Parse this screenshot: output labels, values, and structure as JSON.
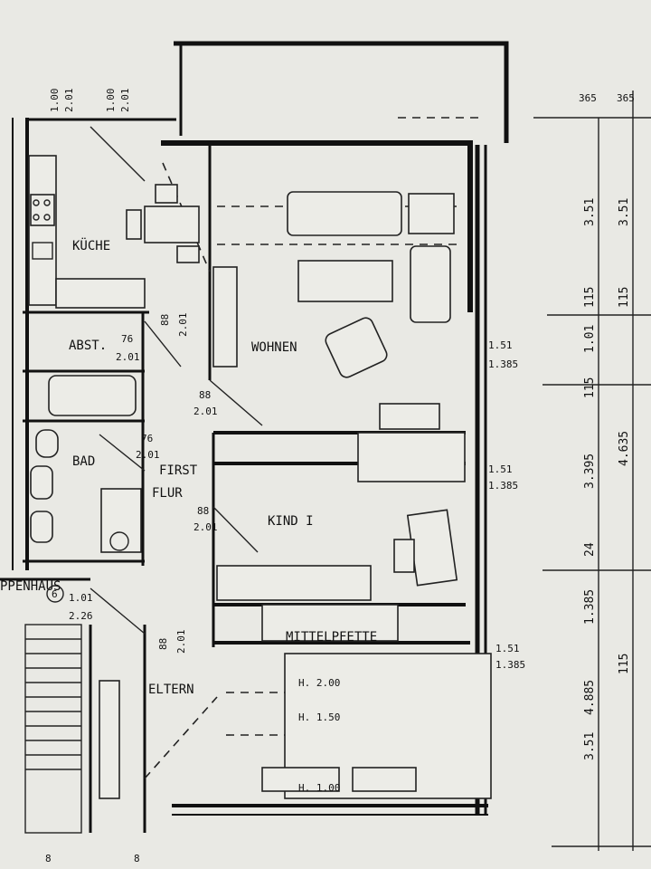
{
  "rooms": {
    "kueche": "KÜCHE",
    "abst": "ABST.",
    "wohnen": "WOHNEN",
    "bad": "BAD",
    "flur": "FLUR",
    "first": "FIRST",
    "kind": "KIND I",
    "eltern": "ELTERN",
    "treppenhaus": "PPENHAUS",
    "mittelpfette": "MITTELPFETTE"
  },
  "door_marks": {
    "top_left": {
      "w": "1.00",
      "h": "2.01"
    },
    "top_right": {
      "w": "1.00",
      "h": "2.01"
    },
    "kueche": {
      "w": "88",
      "h": "2.01"
    },
    "abst": {
      "w": "76",
      "h": "2.01"
    },
    "wohnen": {
      "w": "88",
      "h": "2.01"
    },
    "bad": {
      "w": "76",
      "h": "2.01"
    },
    "kind": {
      "w": "88",
      "h": "2.01"
    },
    "eltern": {
      "w": "88",
      "h": "2.01"
    },
    "entry_no": "6",
    "entry": {
      "w": "1.01",
      "h": "2.26"
    }
  },
  "window_marks": {
    "wohnen": {
      "w": "1.51",
      "h": "1.385"
    },
    "kind": {
      "w": "1.51",
      "h": "1.385"
    },
    "eltern": {
      "w": "1.51",
      "h": "1.385"
    }
  },
  "bed_heights": [
    "H. 2.00",
    "H. 1.50",
    "H. 1.00"
  ],
  "dims_col1": [
    "3.51",
    "115",
    "1.01",
    "115",
    "3.395",
    "24",
    "1.385",
    "4.885",
    "3.51"
  ],
  "dims_col2": [
    "3.51",
    "115",
    "4.635",
    "115"
  ],
  "top_dims": [
    "365",
    "365"
  ],
  "bottom_marks": [
    "8",
    "8"
  ],
  "colors": {
    "paper": "#e9e9e4",
    "ink": "#111111"
  }
}
